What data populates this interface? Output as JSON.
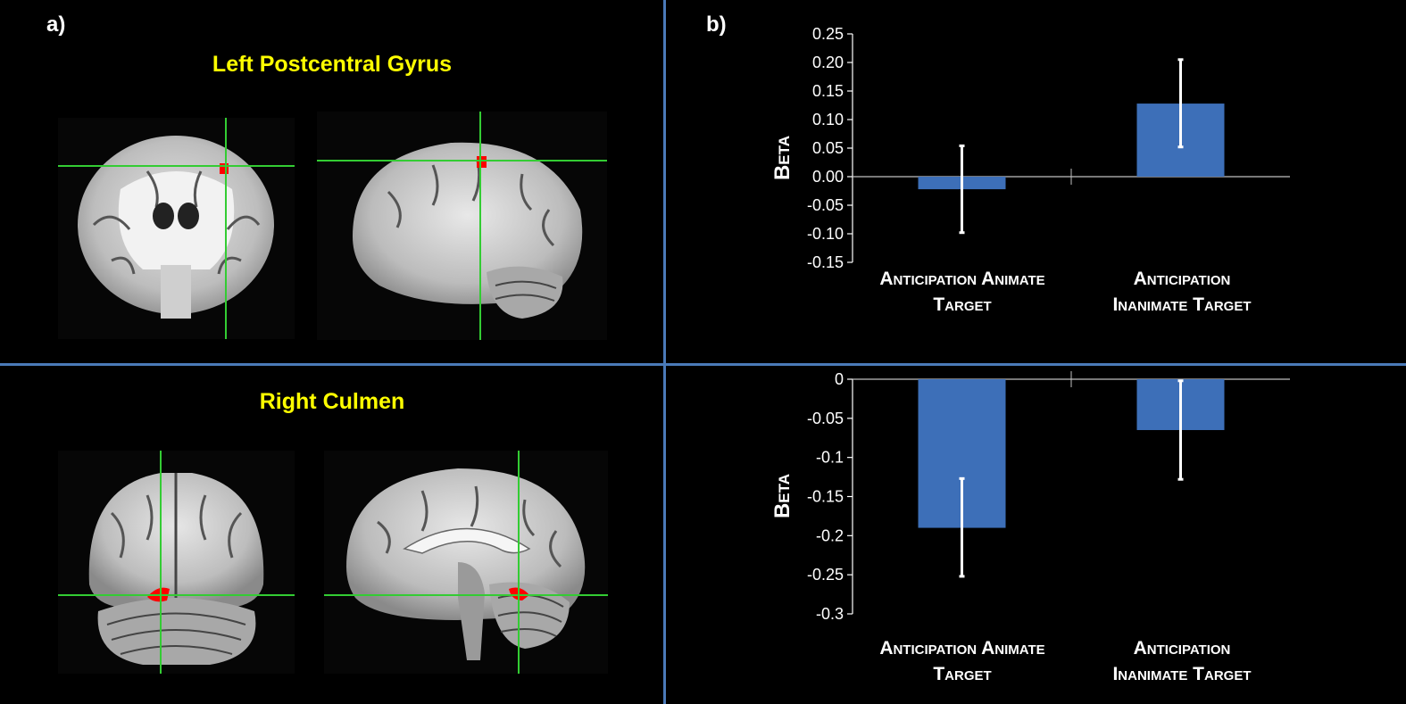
{
  "panels": {
    "a_label": "a)",
    "b_label": "b)"
  },
  "regions": [
    {
      "title": "Left Postcentral Gyrus"
    },
    {
      "title": "Right Culmen"
    }
  ],
  "colors": {
    "background": "#000000",
    "divider": "#4a7ab8",
    "bar": "#3d6fb8",
    "title": "#ffff00",
    "crosshair": "#33cc33",
    "activation": "#ff0000"
  },
  "chart_data": [
    {
      "type": "bar",
      "categories": [
        "Anticipation Animate Target",
        "Anticipation Inanimate Target"
      ],
      "category_lines": [
        [
          "Anticipation Animate",
          "Target"
        ],
        [
          "Anticipation",
          "Inanimate Target"
        ]
      ],
      "values": [
        -0.022,
        0.128
      ],
      "error_low": [
        -0.098,
        0.052
      ],
      "error_high": [
        0.054,
        0.205
      ],
      "ylabel": "Beta",
      "ylim": [
        -0.15,
        0.25
      ],
      "yticks": [
        0.25,
        0.2,
        0.15,
        0.1,
        0.05,
        0.0,
        -0.05,
        -0.1,
        -0.15
      ],
      "ytick_labels": [
        "0.25",
        "0.20",
        "0.15",
        "0.10",
        "0.05",
        "0.00",
        "-0.05",
        "-0.10",
        "-0.15"
      ]
    },
    {
      "type": "bar",
      "categories": [
        "Anticipation Animate Target",
        "Anticipation Inanimate Target"
      ],
      "category_lines": [
        [
          "Anticipation Animate",
          "Target"
        ],
        [
          "Anticipation",
          "Inanimate Target"
        ]
      ],
      "values": [
        -0.19,
        -0.065
      ],
      "error_low": [
        -0.252,
        -0.128
      ],
      "error_high": [
        -0.127,
        -0.002
      ],
      "ylabel": "Beta",
      "ylim": [
        -0.3,
        0
      ],
      "yticks": [
        0,
        -0.05,
        -0.1,
        -0.15,
        -0.2,
        -0.25,
        -0.3
      ],
      "ytick_labels": [
        "0",
        "-0.05",
        "-0.1",
        "-0.15",
        "-0.2",
        "-0.25",
        "-0.3"
      ]
    }
  ]
}
